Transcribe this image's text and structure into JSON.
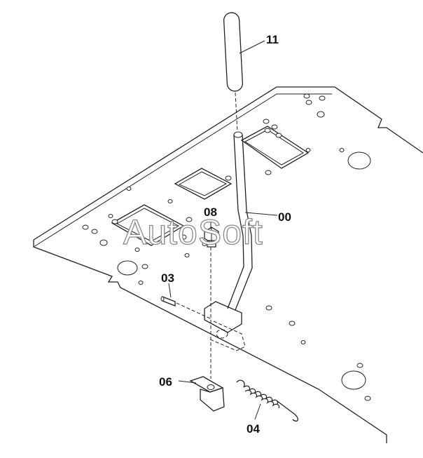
{
  "diagram": {
    "watermark": "AutoSoft",
    "callouts": [
      {
        "id": "part-11",
        "label": "11"
      },
      {
        "id": "part-00",
        "label": "00"
      },
      {
        "id": "part-08",
        "label": "08"
      },
      {
        "id": "part-03",
        "label": "03"
      },
      {
        "id": "part-06",
        "label": "06"
      },
      {
        "id": "part-04",
        "label": "04"
      }
    ]
  }
}
